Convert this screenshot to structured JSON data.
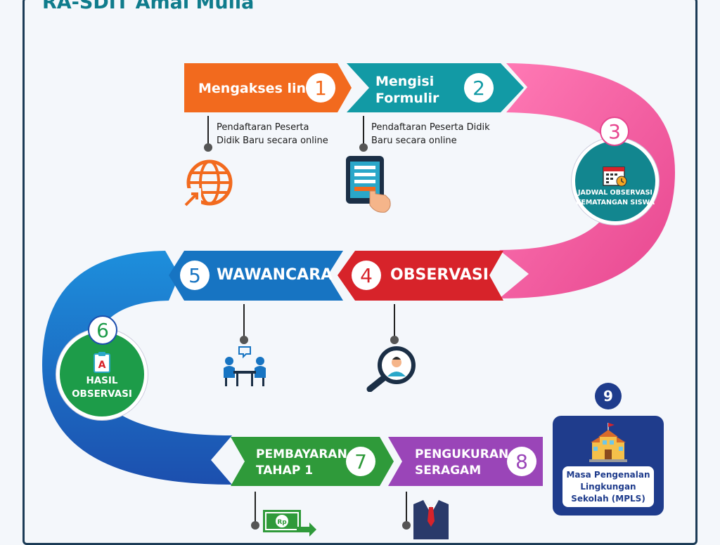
{
  "header": {
    "school_name": "RA-SDIT Amal Mulia"
  },
  "steps": [
    {
      "number": "1",
      "label": "Mengakses link",
      "description": [
        "Pendaftaran Peserta",
        "Didik Baru secara online"
      ],
      "icon": "globe-link-icon",
      "color": "#f26a1e"
    },
    {
      "number": "2",
      "label": [
        "Mengisi",
        "Formulir"
      ],
      "description": [
        "Pendaftaran Peserta Didik",
        "Baru secara online"
      ],
      "icon": "tablet-form-icon",
      "color": "#129aa5"
    },
    {
      "number": "3",
      "label": [
        "JADWAL OBSERVASI",
        "KEMATANGAN SISWA"
      ],
      "icon": "calendar-icon",
      "color": "#12868f"
    },
    {
      "number": "4",
      "label": "OBSERVASI",
      "icon": "magnifier-person-icon",
      "color": "#d7232a"
    },
    {
      "number": "5",
      "label": "WAWANCARA",
      "icon": "interview-icon",
      "color": "#1774c2"
    },
    {
      "number": "6",
      "label": [
        "HASIL",
        "OBSERVASI"
      ],
      "icon": "clipboard-grade-icon",
      "color": "#1d9c49"
    },
    {
      "number": "7",
      "label": [
        "PEMBAYARAN",
        "TAHAP 1"
      ],
      "icon": "money-transfer-icon",
      "color": "#2f9a3a"
    },
    {
      "number": "8",
      "label": [
        "PENGUKURAN",
        "SERAGAM"
      ],
      "icon": "uniform-icon",
      "color": "#9a45b8"
    },
    {
      "number": "9",
      "label": "Masa Pengenalan\nLingkungan\nSekolah (MPLS)",
      "icon": "school-building-icon",
      "color": "#1f3c8c"
    }
  ]
}
